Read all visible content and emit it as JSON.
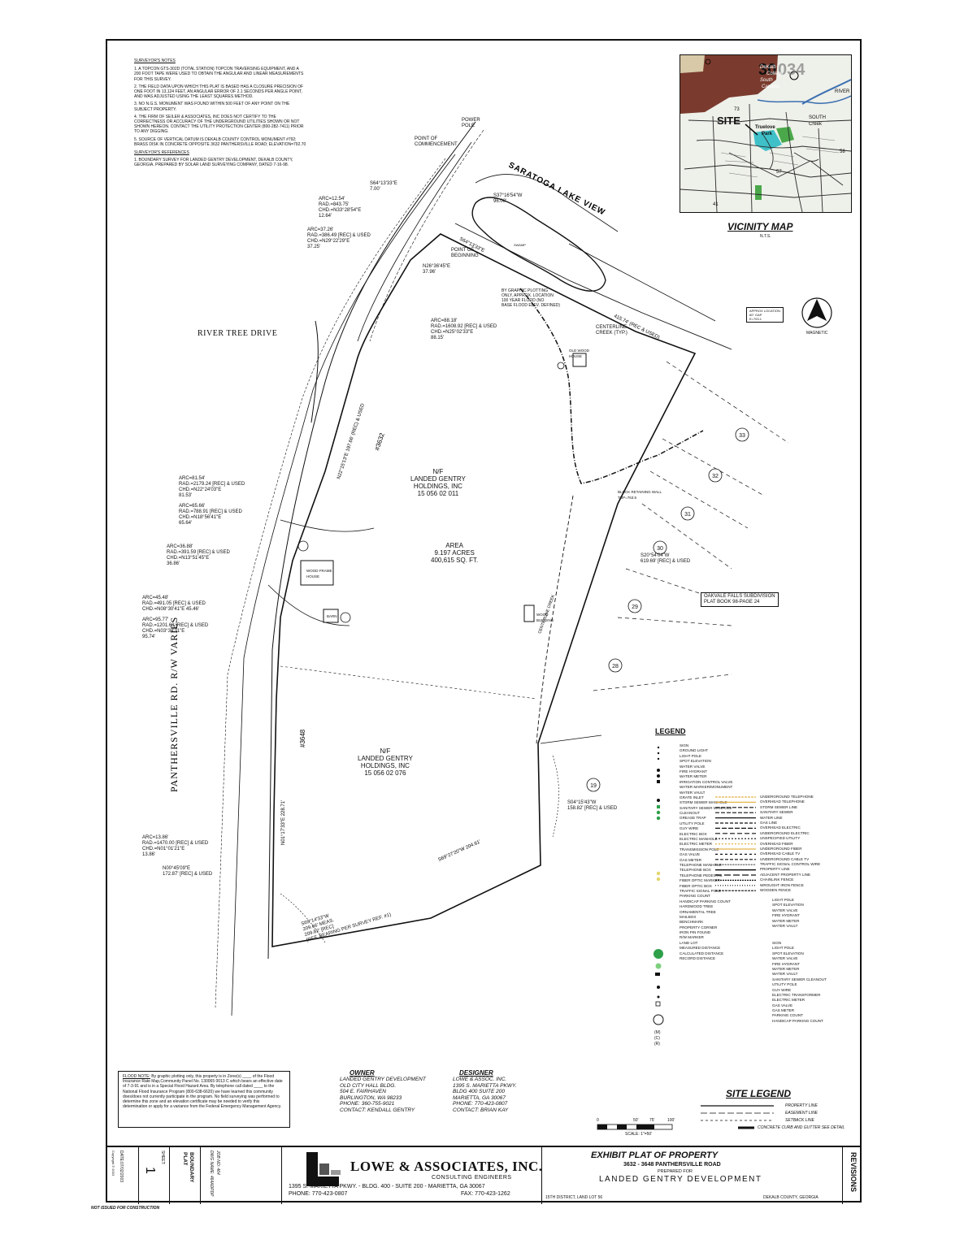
{
  "surveyor_notes": {
    "title": "SURVEYOR'S NOTES",
    "items": [
      "1.  A TOPCON GTS-302D (TOTAL STATION) TOPCON TRAVERSING EQUIPMENT, AND A 200 FOOT TAPE WERE USED TO OBTAIN THE ANGULAR AND LINEAR MEASUREMENTS FOR THIS SURVEY.",
      "2.  THE FIELD DATA UPON WHICH THIS PLAT IS BASED HAS A CLOSURE PRECISION OF ONE FOOT IN 13,124 FEET, AN ANGULAR ERROR OF 2.1 SECONDS PER ANGLE POINT, AND WAS ADJUSTED USING THE LEAST SQUARES METHOD.",
      "3.  NO N.G.S. MONUMENT WAS FOUND WITHIN 500 FEET OF ANY POINT ON THE SUBJECT PROPERTY.",
      "4.  THE FIRM OF SEILER & ASSOCIATES, INC DOES NOT CERTIFY TO THE CORRECTNESS OR ACCURACY OF THE UNDERGROUND UTILITIES SHOWN OR NOT SHOWN HEREON. CONTACT THE UTILITY PROTECTION CENTER (800-282-7411) PRIOR TO ANY DIGGING.",
      "5.  SOURCE OF VERTICAL DATUM IS DEKALB COUNTY CONTROL MONUMENT #792; BRASS DISK IN CONCRETE OPPOSITE 3632 PANTHERSVILLE ROAD; ELEVATION=792.70"
    ],
    "refs_title": "SURVEYOR'S REFERENCES",
    "refs": [
      "1.  BOUNDARY SURVEY FOR LANDED GENTRY DEVELOPMENT, DEKALB COUNTY, GEORGIA. PREPARED BY SOLAR LAND SURVEYING COMPANY, DATED 7-16-98."
    ]
  },
  "vicinity": {
    "title": "VICINITY MAP",
    "scale": "N.T.S.",
    "site_label": "SITE",
    "map_number": "30",
    "map_number2": "034",
    "labels": [
      "DeKalb",
      "College",
      "South",
      "Campus",
      "SOUTH",
      "RIVER",
      "Creek",
      "Truelove",
      "Park",
      "73",
      "58",
      "57",
      "41"
    ],
    "colors": {
      "brown": "#7a3b2e",
      "green": "#4aa84a",
      "cyan": "#3fc0c9",
      "road": "#2b2b2b"
    }
  },
  "map_labels": {
    "point_commencement": "POINT OF\nCOMMENCEMENT",
    "power_pole_top": "POWER\nPOLE",
    "saratoga": "SARATOGA LAKE VIEW",
    "s64_7": "S64°13'33\"E\n7.00'",
    "s37": "S37°16'54\"W\n96.00'",
    "s64": "S64°13'33\"E",
    "swamp": "SWAMP",
    "arc1": "ARC=12.54'\nRAD.=843.75'\nCHD.=N33°28'54\"E\n12.64'",
    "arc2": "ARC=37.26'\nRAD.=386.49 [REC] & USED\nCHD.=N29°22'29\"E\n37.25'",
    "pob": "POINT OF\nBEGINNING",
    "n26": "N26°36'45\"E\n37.96'",
    "flood_note": "BY GRAPHIC PLOTTING\nONLY, APPROX. LOCATION\n100 YEAR FLOOD (NO\nBASE FLOOD ELEV. DEFINED)",
    "dist415": "415.74' (REC & USED)",
    "arc3": "ARC=88.18'\nRAD.=1608.92 [REC] & USED\nCHD.=N25°02'33\"E\n88.15'",
    "river_tree": "RIVER TREE DRIVE",
    "centerline_creek": "CENTERLINE\nCREEK (TYP.)",
    "old_wood_house": "OLD WOOD\nHOUSE",
    "approx_location": "APPROX LOCATION\n60\" GAP\nE=753.1",
    "magnetic": "MAGNETIC",
    "parcel1": "N/F\nLANDED GENTRY\nHOLDINGS, INC\n15 056 02 011",
    "area": "AREA\n9.197 ACRES\n400,615 SQ. FT.",
    "addr3632": "#3632",
    "n22_15": "N22°15'13\"E\n197.66' (REC) & USED",
    "arc4": "ARC=81.54'\nRAD.=2179.24 [REC] & USED\nCHD.=N22°24'03\"E\n81.53'",
    "arc5": "ARC=65.66'\nRAD.=788.91 [REC] & USED\nCHD.=N18°56'41\"E\n65.64'",
    "arc6": "ARC=36.88'\nRAD.=391.59 [REC] & USED\nCHD.=N13°51'45\"E\n36.86'",
    "arc7": "ARC=45.48'\nRAD.=491.05 [REC] & USED\nCHD.=N08°30'41\"E 45.46'",
    "arc8": "ARC=95.77'\nRAD.=1201.68 [REC] & USED\nCHD.=N03°34'31\"E\n95.74'",
    "wood_frame": "WOOD FRAME\nHOUSE",
    "centerline_creek2": "CENTERLINE CREEK",
    "block_wall": "BLOCK RETAINING WALL\nTOP=763.5",
    "s20": "S20°54'04\"W\n619.69' [REC] & USED",
    "oakvale": "OAKVALE FALLS SUBDIVISION\nPLAT BOOK 98-PAGE 24",
    "wood_building": "WOOD\nBUILDING",
    "barn": "BARN",
    "panthersville": "PANTHERSVILLE RD.\nR/W VARIES",
    "addr3648": "#3648",
    "n01": "N01°17'33\"E\n228.71'",
    "parcel2": "N/F\nLANDED GENTRY\nHOLDINGS, INC\n15 056 02 076",
    "s04": "S04°15'43\"W\n158.82' [REC] & USED",
    "arc9": "ARC=13.86'\nRAD.=1470.00 [REC] & USED\nCHD.=N01°01'21\"E\n13.86'",
    "n00": "N00°45'09\"E\n172.87' [REC] & USED",
    "s69_27": "S69°27'20\"W\n204.61'",
    "s69_14": "S69°14'33\"W\n209.66' MEAS.\n209.82' [REC]\n(REF. BEARING PER SURVEY REF. #1)",
    "lots": [
      "33",
      "32",
      "31",
      "30",
      "29",
      "28",
      "19"
    ]
  },
  "legend": {
    "title": "LEGEND",
    "col1": [
      "SIGN",
      "GROUND LIGHT",
      "LIGHT POLE",
      "SPOT ELEVATION",
      "WATER VALVE",
      "FIRE HYDRANT",
      "WATER METER",
      "IRRIGATION CONTROL VALVE",
      "WATER MARKER/MONUMENT",
      "WATER VAULT",
      "GRATE INLET",
      "STORM SEWER MANHOLE",
      "SANITARY SEWER MANHOLE",
      "CLEANOUT",
      "GREASE TRAP",
      "UTILITY POLE",
      "GUY WIRE",
      "ELECTRIC BOX",
      "ELECTRIC MANHOLE",
      "ELECTRIC METER",
      "TRANSMISSION POLE",
      "GAS VALVE",
      "GAS METER",
      "TELEPHONE MANHOLE",
      "TELEPHONE BOX",
      "TELEPHONE PEDESTAL",
      "FIBER OPTIC MARKER",
      "FIBER OPTIC BOX",
      "TRAFFIC SIGNAL POLE",
      "PARKING COUNT",
      "HANDICAP PARKING COUNT",
      "HARDWOOD TREE",
      "ORNAMENTAL TREE",
      "MAILBOX",
      "BENCHMARK",
      "PROPERTY CORNER",
      "IRON PIN FOUND",
      "R/W MARKER",
      "LAND LOT",
      "MEASURED DISTANCE",
      "CALCULATED DISTANCE",
      "RECORD DISTANCE"
    ],
    "col2": [
      "UNDERGROUND TELEPHONE",
      "OVERHEAD TELEPHONE",
      "STORM SEWER LINE",
      "SANITARY SEWER",
      "WATER LINE",
      "GAS LINE",
      "OVERHEAD ELECTRIC",
      "UNDERGROUND ELECTRIC",
      "UNSPECIFIED UTILITY",
      "OVERHEAD FIBER",
      "UNDERGROUND FIBER",
      "OVERHEAD CABLE TV",
      "UNDERGROUND CABLE TV",
      "TRAFFIC SIGNAL CONTROL WIRE",
      "PROPERTY LINE",
      "ADJACENT PROPERTY LINE",
      "CHAINLINK FENCE",
      "WROUGHT IRON FENCE",
      "WOODEN FENCE"
    ],
    "col3": [
      "LIGHT POLE",
      "SPOT ELEVATION",
      "WATER VALVE",
      "FIRE HYDRANT",
      "WATER METER",
      "WATER VAULT"
    ],
    "col4": [
      "SIGN",
      "LIGHT POLE",
      "SPOT ELEVATION",
      "WATER VALVE",
      "FIRE HYDRANT",
      "WATER METER",
      "WATER VAULT",
      "SANITARY SEWER CLEANOUT",
      "UTILITY POLE",
      "GUY WIRE",
      "ELECTRIC TRANSFORMER",
      "ELECTRIC METER",
      "GAS VALVE",
      "GAS METER",
      "PARKING COUNT",
      "HANDICAP PARKING COUNT"
    ]
  },
  "flood_note": {
    "title": "FLOOD NOTE:",
    "text": "By graphic plotting only, this property is in Zone(s) ____ of the Flood Insurance Rate Map,Community Panel No. 130065 0013 C which bears an effective date of 7-3-91 and is in a Special Flood Hazard Area. By telephone call dated ____ to the National Flood Insurance Program (800-638-6620) we have learned this community does/does not currently participate in the program. No field surveying was performed to determine this zone and an elevation certificate may be needed to verify this determination or apply for a variance from the Federal Emergency Management Agency."
  },
  "owner": {
    "title": "OWNER",
    "lines": [
      "LANDED GENTRY DEVELOPMENT",
      "OLD CITY HALL BLDG.",
      "504 E. FAIRHAVEN",
      "BURLINGTON, WA 98233",
      "PHONE: 360-755-9021",
      "CONTACT: KENDALL GENTRY"
    ]
  },
  "designer": {
    "title": "DESIGNER",
    "lines": [
      "LOWE & ASSOC. INC.",
      "1395 S. MARIETTA PKWY.",
      "BLDG 400 SUITE 200",
      "MARIETTA, GA 30067",
      "PHONE: 770-423-0807",
      "CONTACT: BRIAN KAY"
    ]
  },
  "site_legend": {
    "title": "SITE LEGEND",
    "items": [
      "PROPERTY LINE",
      "EASEMENT LINE",
      "SETBACK LINE",
      "CONCRETE CURB AND GUTTER SEE DETAIL"
    ]
  },
  "scale": {
    "ticks": [
      "0",
      "50'",
      "75'",
      "100'"
    ],
    "label": "SCALE: 1\"=50'"
  },
  "title_block": {
    "date_label": "DATE:",
    "date": "07/02/2003",
    "copyright": "Copyright © 2003",
    "sheet_label": "SHEET:",
    "sheet": "1",
    "drawing_title": "BOUNDARY\nPLAT",
    "job_no": "JOB NO: 464",
    "dwg_name": "DWG NAME: 464ADPDP",
    "company": "LOWE & ASSOCIATES, INC.",
    "company_sub": "CONSULTING ENGINEERS",
    "company_addr": "1395 S. MARIETTA PKWY. - BLDG. 400 - SUITE 200 - MARIETTA, GA 30067",
    "company_phone": "PHONE: 770-423-0807",
    "company_fax": "FAX: 770-423-1262",
    "exhibit_title": "EXHIBIT PLAT OF PROPERTY",
    "exhibit_addr": "3632 - 3648 PANTHERSVILLE ROAD",
    "prepared_for": "PREPARED FOR",
    "client": "LANDED GENTRY DEVELOPMENT",
    "district": "15TH DISTRICT, LAND LOT 56",
    "county": "DEKALB COUNTY, GEORGIA",
    "revisions": "REVISIONS",
    "not_issued": "NOT ISSUED FOR CONSTRUCTION"
  }
}
